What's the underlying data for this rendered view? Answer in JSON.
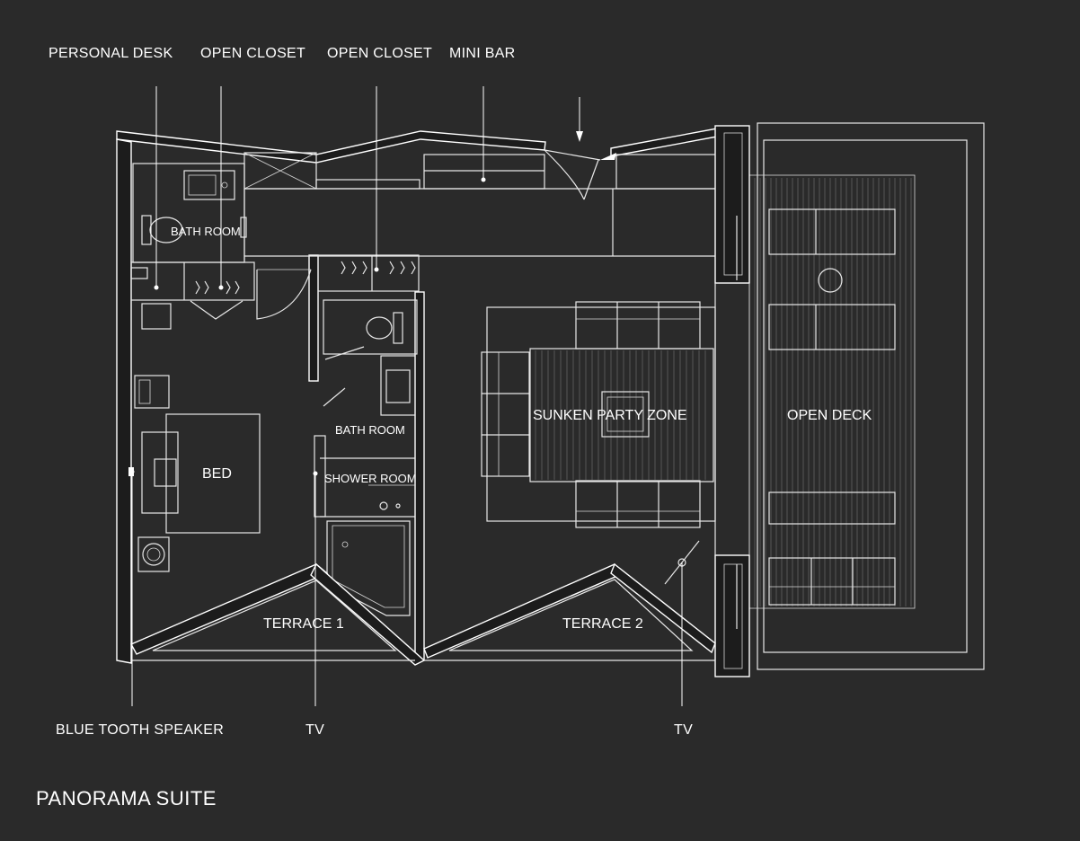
{
  "title": "PANORAMA SUITE",
  "callouts": {
    "personal_desk": "PERSONAL DESK",
    "open_closet_1": "OPEN CLOSET",
    "open_closet_2": "OPEN CLOSET",
    "mini_bar": "MINI BAR",
    "bluetooth_speaker": "BLUE TOOTH SPEAKER",
    "tv_1": "TV",
    "tv_2": "TV"
  },
  "rooms": {
    "bath_room_1": "BATH ROOM",
    "bed": "BED",
    "bath_room_2": "BATH ROOM",
    "shower_room": "SHOWER ROOM",
    "terrace_1": "TERRACE 1",
    "terrace_2": "TERRACE 2",
    "sunken_party_zone": "SUNKEN PARTY ZONE",
    "open_deck": "OPEN DECK"
  },
  "colors": {
    "background": "#2a2a2a",
    "line": "#ffffff",
    "fill_dark": "#1c1c1c"
  }
}
